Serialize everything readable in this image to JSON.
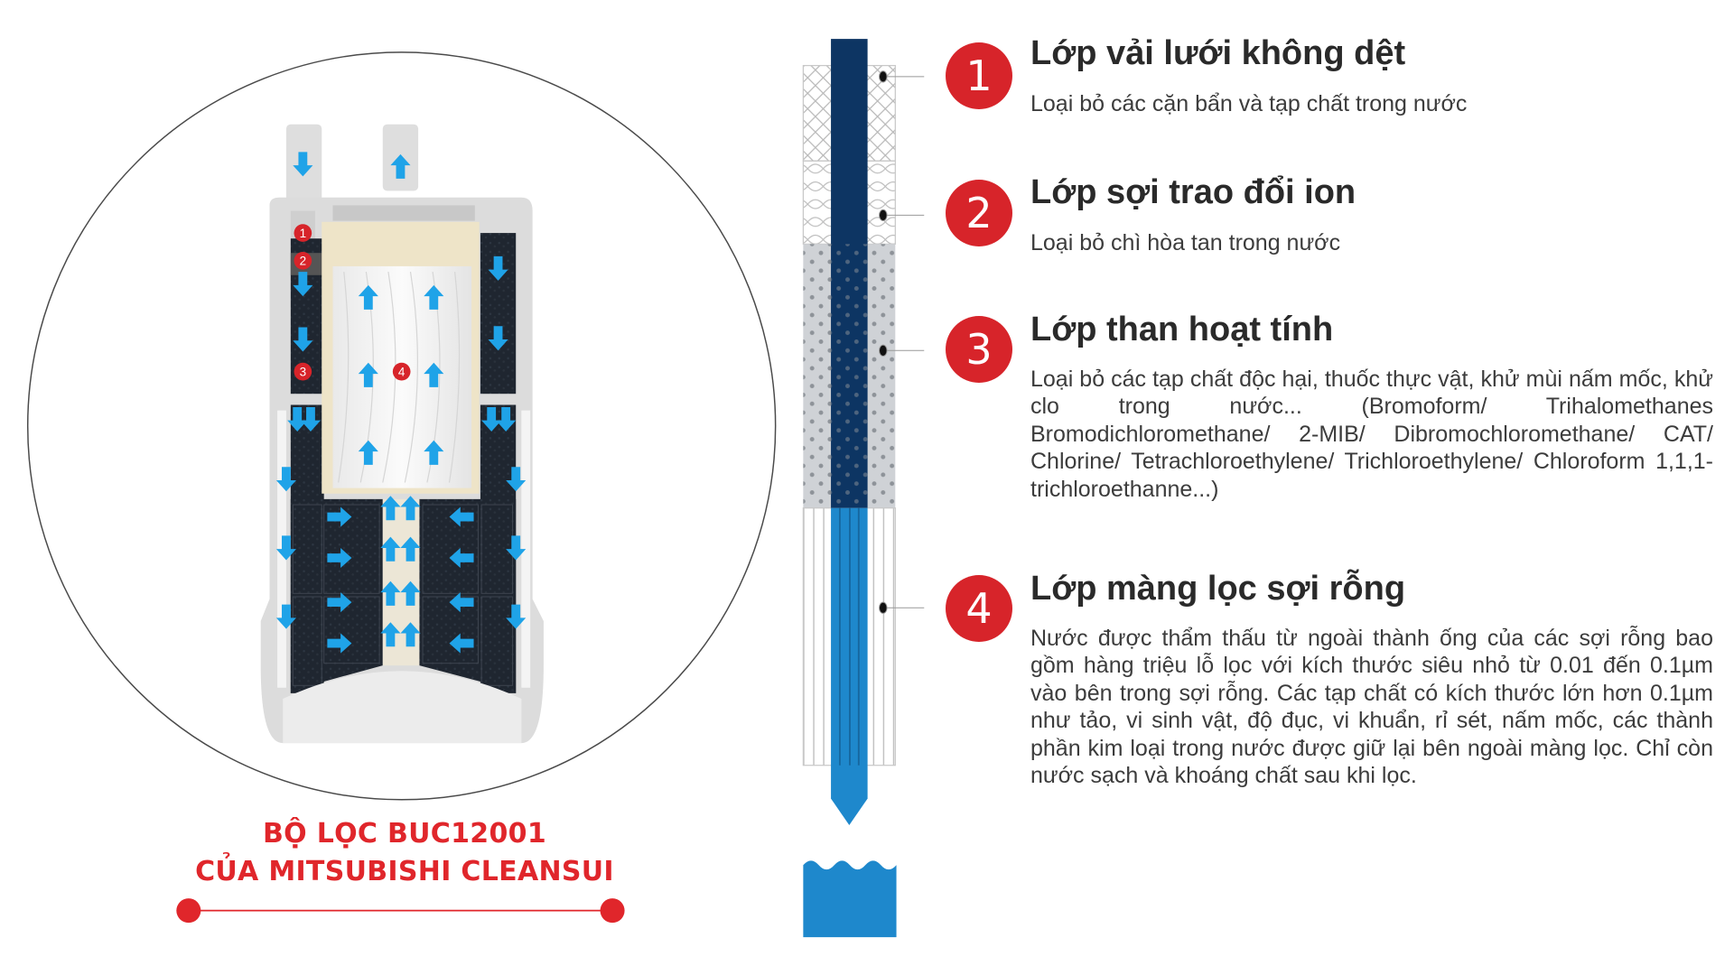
{
  "product": {
    "title_line1": "BỘ LỌC BUC12001",
    "title_line2": "CỦA MITSUBISHI CLEANSUI"
  },
  "illustration_badges": [
    "1",
    "2",
    "3",
    "4"
  ],
  "layers": [
    {
      "number": "1",
      "title": "Lớp vải lưới không dệt",
      "description": "Loại bỏ các cặn bẩn và tạp chất trong nước"
    },
    {
      "number": "2",
      "title": "Lớp sợi trao đổi ion",
      "description": "Loại bỏ chì hòa tan trong nước"
    },
    {
      "number": "3",
      "title": "Lớp than hoạt tính",
      "description": "Loại bỏ các tạp chất độc hại, thuốc thực vật, khử mùi nấm mốc, khử clo trong nước... (Bromoform/ Trihalomethanes Bromodichloromethane/ 2-MIB/ Dibromochloromethane/ CAT/ Chlorine/ Tetrachloroethylene/ Trichloroethylene/ Chloroform 1,1,1-trichloroethanne...)"
    },
    {
      "number": "4",
      "title": "Lớp màng lọc sợi rỗng",
      "description": "Nước được thẩm thấu từ ngoài thành ống của các sợi rỗng bao gồm hàng triệu lỗ lọc với kích thước siêu nhỏ từ 0.01 đến 0.1µm vào bên trong sợi rỗng. Các tạp chất có kích thước lớn hơn 0.1µm như tảo, vi sinh vật, độ đục, vi khuẩn, rỉ sét, nấm mốc, các thành phần kim loại trong nước được giữ lại bên ngoài màng lọc. Chỉ còn nước sạch và khoáng chất sau khi lọc."
    }
  ],
  "colors": {
    "accent_red": "#d7242a",
    "water_blue": "#1e88cc",
    "dark_blue": "#0d3563",
    "arrow_blue": "#1fa3e8"
  }
}
